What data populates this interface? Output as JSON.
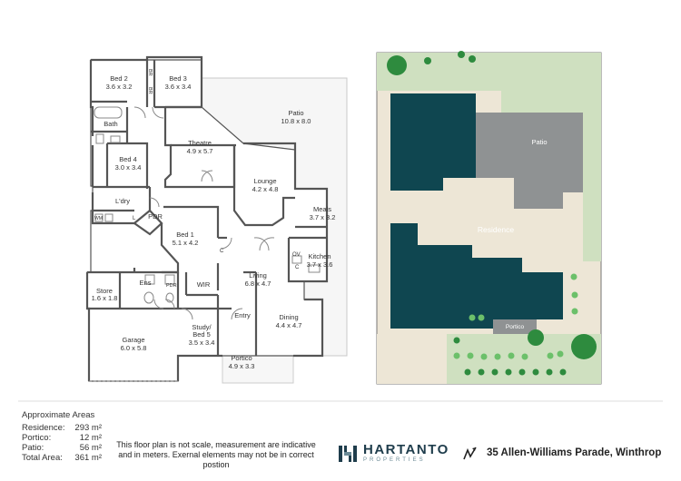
{
  "floorplan": {
    "rooms": [
      {
        "id": "bed2",
        "name": "Bed 2",
        "dims": "3.6 x 3.2"
      },
      {
        "id": "bed3",
        "name": "Bed 3",
        "dims": "3.6 x 3.4"
      },
      {
        "id": "patio",
        "name": "Patio",
        "dims": "10.8 x 8.0"
      },
      {
        "id": "bath",
        "name": "Bath",
        "dims": ""
      },
      {
        "id": "theatre",
        "name": "Theatre",
        "dims": "4.9 x 5.7"
      },
      {
        "id": "bed4",
        "name": "Bed 4",
        "dims": "3.0 x 3.4"
      },
      {
        "id": "lounge",
        "name": "Lounge",
        "dims": "4.2 x 4.8"
      },
      {
        "id": "ldry",
        "name": "L'dry",
        "dims": ""
      },
      {
        "id": "meals",
        "name": "Meals",
        "dims": "3.7 x 3.2"
      },
      {
        "id": "pdr",
        "name": "PDR",
        "dims": ""
      },
      {
        "id": "bed1",
        "name": "Bed 1",
        "dims": "5.1 x 4.2"
      },
      {
        "id": "kitchen",
        "name": "Kitchen",
        "dims": "3.7 x 3.6"
      },
      {
        "id": "living",
        "name": "Living",
        "dims": "6.8 x 4.7"
      },
      {
        "id": "store",
        "name": "Store",
        "dims": "1.6 x 1.8"
      },
      {
        "id": "ens",
        "name": "Ens",
        "dims": ""
      },
      {
        "id": "wir",
        "name": "WIR",
        "dims": ""
      },
      {
        "id": "entry",
        "name": "Entry",
        "dims": ""
      },
      {
        "id": "dining",
        "name": "Dining",
        "dims": "4.4 x 4.7"
      },
      {
        "id": "garage",
        "name": "Garage",
        "dims": "6.0 x 5.8"
      },
      {
        "id": "study",
        "name": "Study/",
        "name2": "Bed 5",
        "dims": "3.5 x 3.4"
      },
      {
        "id": "portico",
        "name": "Portico",
        "dims": "4.9 x 3.3"
      }
    ],
    "small_labels": {
      "br": "BR",
      "c": "C",
      "ov": "OV",
      "wm": "WM",
      "l": "L",
      "pdr": "PDR"
    }
  },
  "siteplan": {
    "residence": "Residence",
    "patio": "Patio",
    "portico": "Portico",
    "colors": {
      "residence": "#0f4650",
      "patio": "#8f9293",
      "grass": "#cfe0c0",
      "paving": "#ede6d6",
      "portico": "#8f9293",
      "tree_dark": "#2e8b3e",
      "tree_light": "#6cc06a"
    }
  },
  "areas": {
    "heading": "Approximate Areas",
    "rows": [
      {
        "label": "Residence:",
        "value": "293 m²"
      },
      {
        "label": "Portico:",
        "value": "12 m²"
      },
      {
        "label": "Patio:",
        "value": "56 m²"
      },
      {
        "label": "Total Area:",
        "value": "361 m²"
      }
    ]
  },
  "disclaimer": "This floor plan is not scale, measurement are indicative and in meters. Exernal elements may not be in correct postion",
  "logo": {
    "brand": "HARTANTO",
    "sub": "PROPERTIES"
  },
  "address": "35 Allen-Williams Parade, Winthrop",
  "icons": {
    "logo": "hartanto-logo-icon",
    "compass": "north-arrow-icon"
  }
}
